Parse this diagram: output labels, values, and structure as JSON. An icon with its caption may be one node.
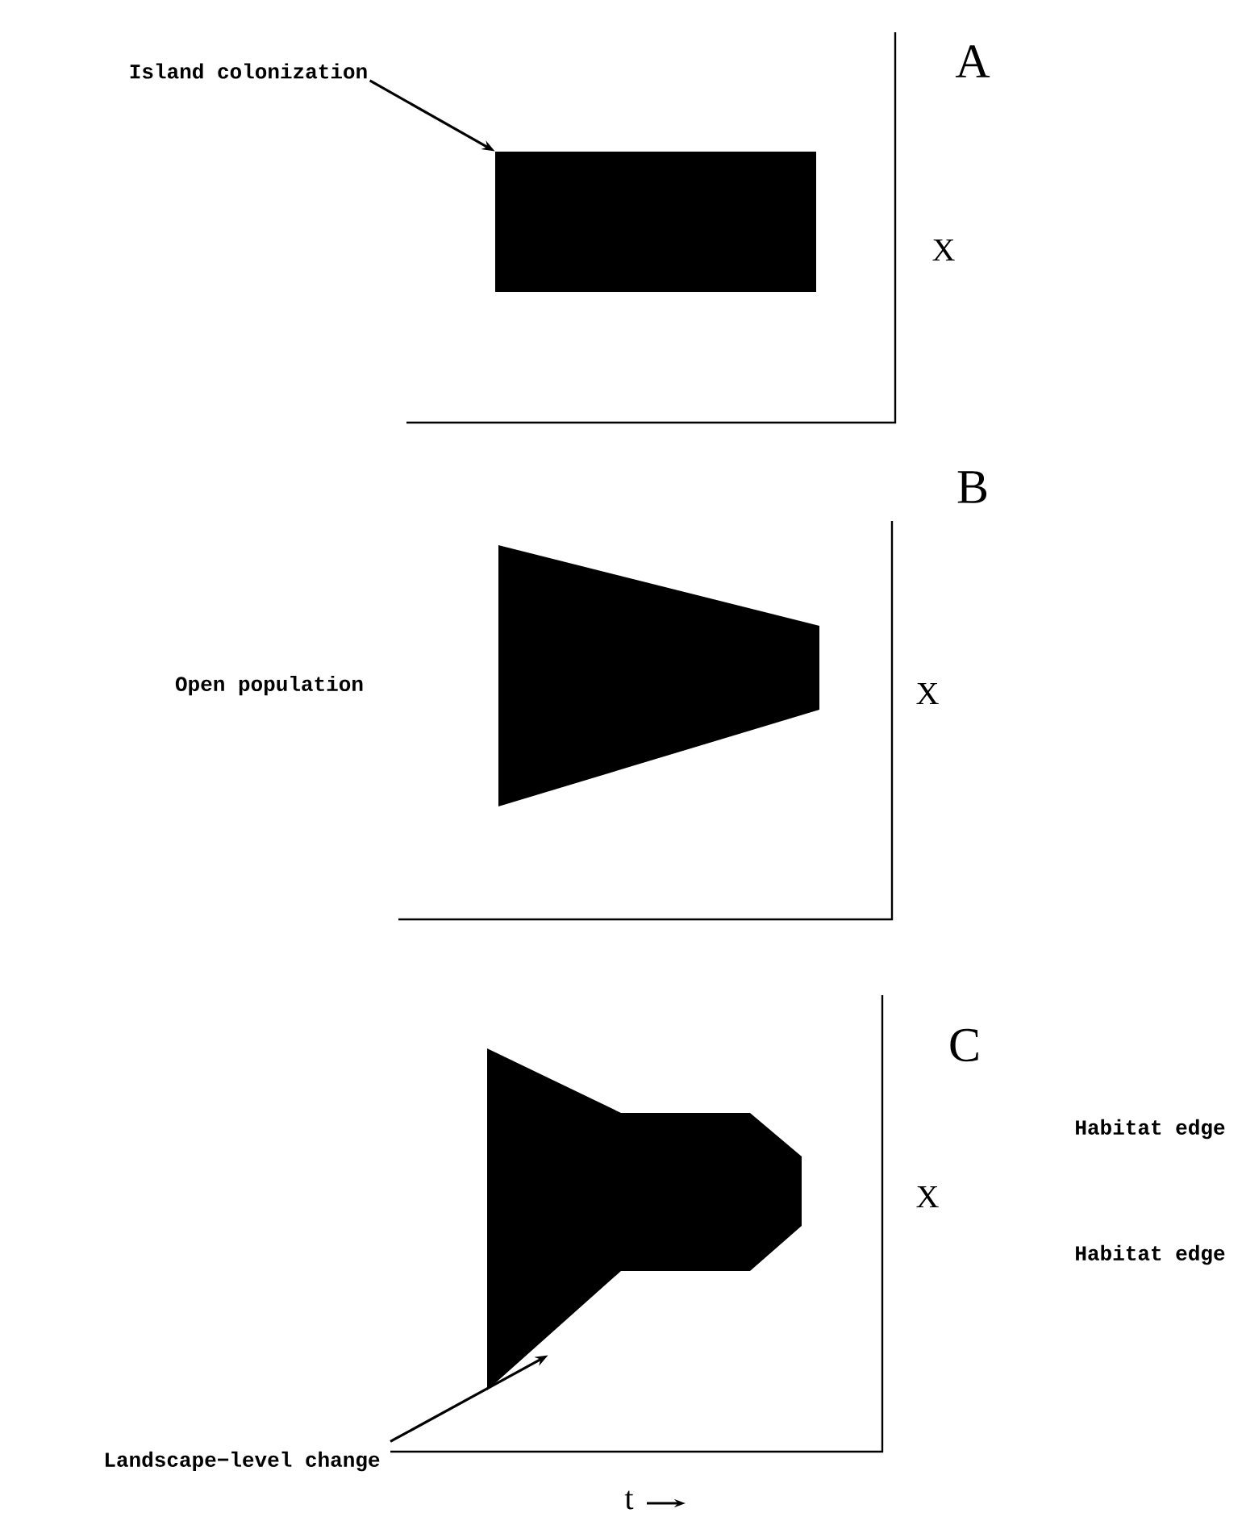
{
  "diagram": {
    "nodes": [
      {
        "text": [
          "Island colonization"
        ]
      },
      {
        "text": [],
        "shape": "box"
      },
      {
        "text": [],
        "shape": "polygon"
      },
      {
        "text": [
          "Landscape−level change"
        ]
      },
      {
        "text": [],
        "shape": "polygon"
      }
    ],
    "edges": [
      {
        "from": 0,
        "to": 1,
        "arrow": "to"
      },
      {
        "from": 3,
        "to": 4,
        "arrow": "to"
      }
    ],
    "labels": [
      "A",
      "X",
      "B",
      "Open population",
      "X",
      "C",
      "Habitat edge",
      "X",
      "Habitat edge",
      "t"
    ]
  }
}
